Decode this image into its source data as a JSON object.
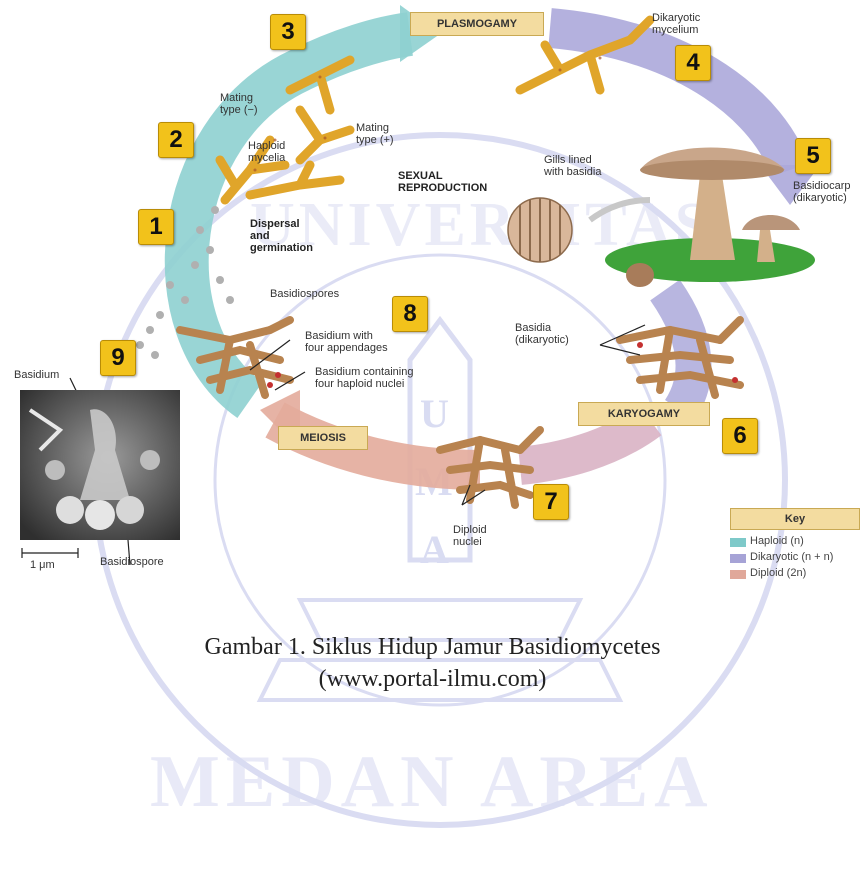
{
  "labels": {
    "plasmogamy": "PLASMOGAMY",
    "karyogamy": "KARYOGAMY",
    "meiosis": "MEIOSIS",
    "dikaryotic_mycelium": "Dikaryotic\nmycelium",
    "mating_minus": "Mating\ntype (−)",
    "mating_plus": "Mating\ntype (+)",
    "haploid_mycelia": "Haploid\nmycelia",
    "sexual_reproduction": "SEXUAL\nREPRODUCTION",
    "gills": "Gills lined\nwith basidia",
    "basidiocarp": "Basidiocarp\n(dikaryotic)",
    "dispersal": "Dispersal\nand\ngermination",
    "basidiospores": "Basidiospores",
    "basidium_appendages": "Basidium with\nfour appendages",
    "basidium_nuclei": "Basidium containing\nfour haploid nuclei",
    "basidia_dikaryotic": "Basidia\n(dikaryotic)",
    "diploid_nuclei": "Diploid\nnuclei",
    "basidium": "Basidium",
    "basidiospore": "Basidiospore",
    "scale": "1 μm"
  },
  "steps": [
    "1",
    "2",
    "3",
    "4",
    "5",
    "6",
    "7",
    "8",
    "9"
  ],
  "key": {
    "title": "Key",
    "items": [
      {
        "label": "Haploid (n)",
        "color": "#7ec9c9"
      },
      {
        "label": "Dikaryotic (n + n)",
        "color": "#a6a3d6"
      },
      {
        "label": "Diploid (2n)",
        "color": "#e0a89a"
      }
    ]
  },
  "watermark": {
    "top": "UNIVERSITAS",
    "bottom": "MEDAN AREA",
    "letters": [
      "U",
      "M",
      "A"
    ]
  },
  "caption": {
    "line1": "Gambar 1. Siklus Hidup Jamur Basidiomycetes",
    "line2": "(www.portal-ilmu.com)"
  },
  "colors": {
    "haploid": "#7ec9c9",
    "dikaryotic": "#a6a3d6",
    "diploid": "#e0a89a",
    "step_box": "#f2c21b",
    "phase_box": "#f3dca0"
  }
}
